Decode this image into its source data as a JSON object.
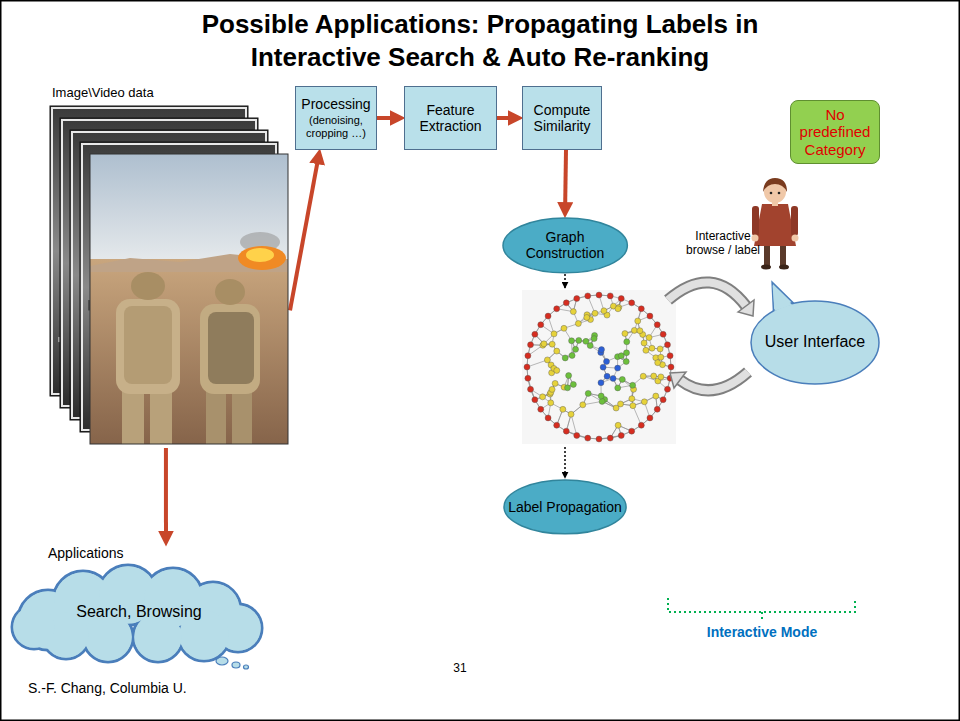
{
  "diagram": {
    "title": "Possible Applications: Propagating Labels in Interactive Search & Auto Re-ranking",
    "nodes": [
      {
        "text": [
          "Image\\Video data"
        ]
      },
      {
        "text": [
          "Processing",
          "(denoising, cropping …)"
        ]
      },
      {
        "text": [
          "Feature Extraction"
        ]
      },
      {
        "text": [
          "Compute Similarity"
        ]
      },
      {
        "text": [
          "No predefined Category"
        ]
      },
      {
        "text": [
          "Graph Construction"
        ]
      },
      {
        "text": [
          "User Interface"
        ]
      },
      {
        "text": [
          "Label Propagation"
        ]
      },
      {
        "text": [
          "Applications",
          "Search, Browsing"
        ]
      }
    ],
    "edges": [
      {
        "from": 0,
        "to": 1,
        "arrow": "to"
      },
      {
        "from": 1,
        "to": 2,
        "arrow": "to"
      },
      {
        "from": 2,
        "to": 3,
        "arrow": "to"
      },
      {
        "from": 3,
        "to": 5,
        "arrow": "to"
      },
      {
        "from": 0,
        "to": 8,
        "arrow": "to"
      }
    ],
    "labels": [
      "Interactive browse / label",
      "Interactive Mode",
      "S.-F. Chang, Columbia U.",
      "31"
    ]
  }
}
